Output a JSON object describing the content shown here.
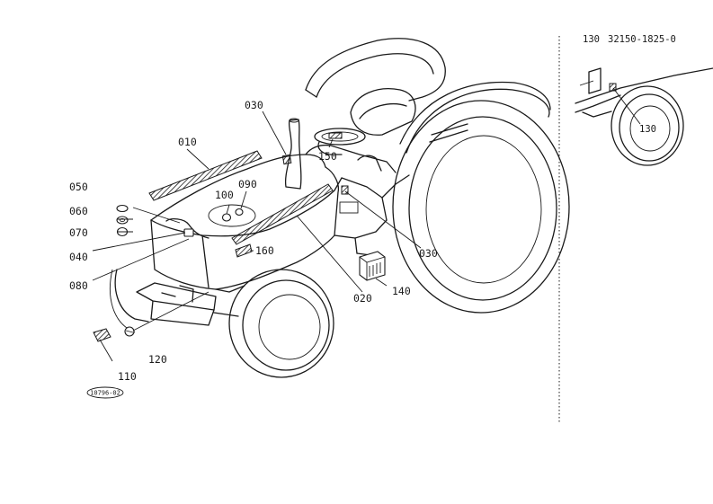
{
  "diagram": {
    "part_labels": {
      "p010": "010",
      "p020": "020",
      "p030_top": "030",
      "p030_right": "030",
      "p040": "040",
      "p050": "050",
      "p060": "060",
      "p070": "070",
      "p080": "080",
      "p090": "090",
      "p100": "100",
      "p110": "110",
      "p120": "120",
      "p140": "140",
      "p150": "150",
      "p160": "160",
      "p130_inset": "130"
    },
    "inset_header": {
      "ref": "130",
      "part_number": "32150-1825-0"
    },
    "drawing_code": "10796-02"
  }
}
